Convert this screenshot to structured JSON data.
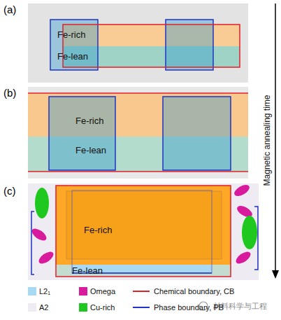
{
  "diagram": {
    "nodes": [
      {
        "text": [
          "(a)"
        ]
      },
      {
        "text": [
          "Fe-rich"
        ],
        "in": 0
      },
      {
        "text": [
          "Fe-lean"
        ],
        "in": 0
      },
      {
        "text": [
          "(b)"
        ]
      },
      {
        "text": [
          "Fe-rich"
        ],
        "in": 3
      },
      {
        "text": [
          "Fe-lean"
        ],
        "in": 3
      },
      {
        "text": [
          "(c)"
        ]
      },
      {
        "text": [
          "Fe-rich"
        ],
        "in": 6
      },
      {
        "text": [
          "Fe-lean"
        ],
        "in": 6
      }
    ],
    "labels": [
      "Magnetic annealing time",
      "材料科学与工程"
    ],
    "legend": [
      {
        "text": "L2₁",
        "color": "#a9d8f2"
      },
      {
        "text": "Omega",
        "color": "#d81b9c"
      },
      {
        "text": "Chemical boundary, CB"
      },
      {
        "text": "A2",
        "color": "#efebf3"
      },
      {
        "text": "Cu-rich",
        "color": "#1fc81f"
      },
      {
        "text": "Phase boundary, PB"
      }
    ]
  }
}
